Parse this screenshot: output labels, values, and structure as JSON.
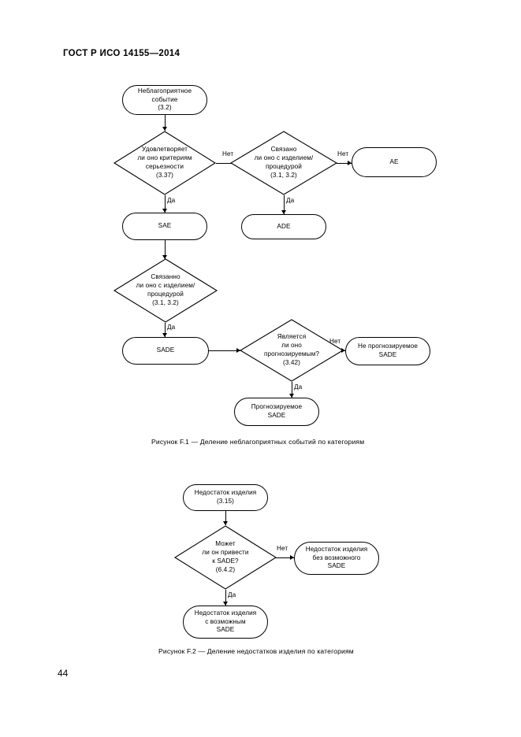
{
  "document": {
    "header": "ГОСТ Р ИСО 14155—2014",
    "page_number": "44"
  },
  "figure1": {
    "caption": "Рисунок F.1 — Деление неблагоприятных событий по категориям",
    "nodes": {
      "adverse_event": "Неблагоприятное\nсобытие\n(3.2)",
      "adverse_event_l1": "Неблагоприятное",
      "adverse_event_l2": "событие",
      "adverse_event_l3": "(3.2)",
      "seriousness_l1": "Удовлетворяет",
      "seriousness_l2": "ли оно критериям",
      "seriousness_l3": "серьезности",
      "seriousness_l4": "(3.37)",
      "related_top_l1": "Связано",
      "related_top_l2": "ли оно с изделием/",
      "related_top_l3": "процедурой",
      "related_top_l4": "(3.1, 3.2)",
      "ae": "AE",
      "sae": "SAE",
      "ade": "ADE",
      "related_mid_l1": "Связанно",
      "related_mid_l2": "ли оно с изделием/",
      "related_mid_l3": "процедурой",
      "related_mid_l4": "(3.1, 3.2)",
      "sade": "SADE",
      "anticipated_l1": "Является",
      "anticipated_l2": "ли оно",
      "anticipated_l3": "прогнозируемым?",
      "anticipated_l4": "(3.42)",
      "unanticipated_l1": "Не прогнозируемое",
      "unanticipated_l2": "SADE",
      "anticipated_box_l1": "Прогнозируемое",
      "anticipated_box_l2": "SADE"
    },
    "edges": {
      "no1": "Нет",
      "yes1": "Да",
      "no2": "Нет",
      "yes2": "Да",
      "yes3": "Да",
      "no3": "Нет",
      "yes4": "Да"
    }
  },
  "figure2": {
    "caption": "Рисунок F.2 — Деление недостатков изделия по категориям",
    "nodes": {
      "device_deficiency_l1": "Недостаток изделия",
      "device_deficiency_l2": "(3.15)",
      "could_lead_l1": "Может",
      "could_lead_l2": "ли он привести",
      "could_lead_l3": "к SADE?",
      "could_lead_l4": "(6.4.2)",
      "without_sade_l1": "Недостаток изделия",
      "without_sade_l2": "без возможного",
      "without_sade_l3": "SADE",
      "with_sade_l1": "Недостаток изделия",
      "with_sade_l2": "с возможным",
      "with_sade_l3": "SADE"
    },
    "edges": {
      "no1": "Нет",
      "yes1": "Да"
    }
  },
  "style": {
    "line_color": "#000000",
    "background": "#ffffff"
  }
}
